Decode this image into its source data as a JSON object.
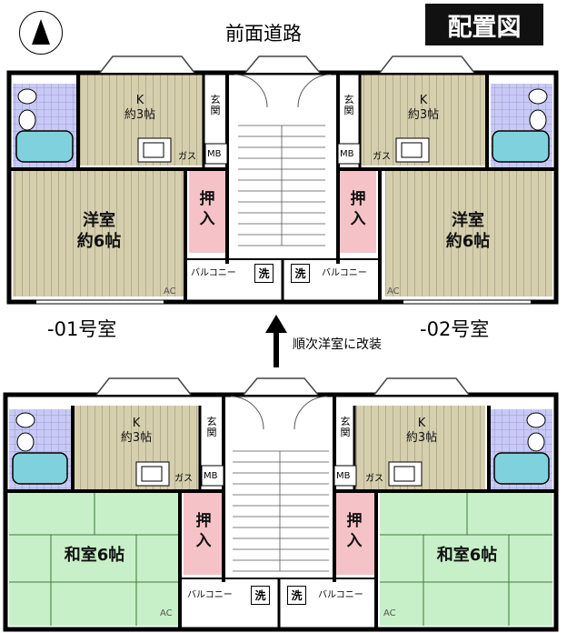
{
  "header": {
    "road": "前面道路",
    "badge": "配置図"
  },
  "compass_icon": "north-arrow",
  "units": {
    "left": "-01号室",
    "right": "-02号室"
  },
  "note": "順次洋室に改装",
  "labels": {
    "k_line1": "K",
    "k_line2": "約3帖",
    "youshitsu_line1": "洋室",
    "youshitsu_line2": "約6帖",
    "washitsu": "和室6帖",
    "oshiire_line1": "押",
    "oshiire_line2": "入",
    "genkan": "玄関",
    "mb": "MB",
    "gas": "ガス",
    "balcony": "バルコニー",
    "sen": "洗",
    "ac": "AC"
  },
  "colors": {
    "wall": "#000000",
    "floor_wood": "#d6cfae",
    "tatami": "#c8f0c8",
    "closet": "#f5c3c7",
    "bath_tile": "#c9c9f5",
    "bathtub": "#7fd1dd"
  }
}
